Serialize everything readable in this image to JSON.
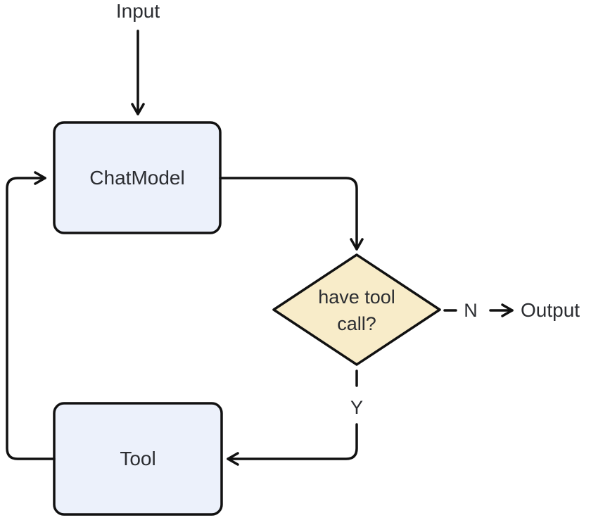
{
  "diagram": {
    "title": "tool-calling loop flowchart",
    "background_color": "#ffffff",
    "line_color": "#111111",
    "text_color": "#2b2d31",
    "nodes": {
      "input": {
        "label": "Input"
      },
      "chat_model": {
        "label": "ChatModel",
        "fill": "#ecf1fb",
        "border": "#111111",
        "shape": "rounded-rect"
      },
      "decision": {
        "label": "have tool call?",
        "lines": [
          "have tool",
          "call?"
        ],
        "fill": "#f8ecc9",
        "border": "#111111",
        "shape": "diamond"
      },
      "tool": {
        "label": "Tool",
        "fill": "#ecf1fb",
        "border": "#111111",
        "shape": "rounded-rect"
      },
      "output": {
        "label": "Output"
      }
    },
    "edge_labels": {
      "no": "N",
      "yes": "Y"
    },
    "edges": [
      {
        "from": "input",
        "to": "chat_model",
        "style": "solid-arrow"
      },
      {
        "from": "chat_model",
        "to": "decision",
        "style": "solid-arrow"
      },
      {
        "from": "decision",
        "to": "output",
        "label": "N",
        "style": "dashed-then-arrow"
      },
      {
        "from": "decision",
        "to": "tool",
        "label": "Y",
        "style": "dashed-then-arrow"
      },
      {
        "from": "tool",
        "to": "chat_model",
        "style": "solid-arrow-loop"
      }
    ]
  }
}
